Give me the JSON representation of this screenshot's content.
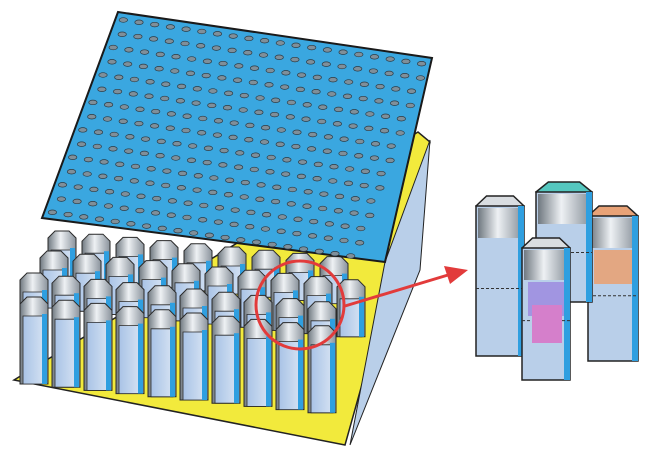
{
  "figure": {
    "description_kind": "perforated-honeycomb-panel-with-cell-detail",
    "colors": {
      "face_sheet": "#3aa7e0",
      "hole": "#7f8f9a",
      "cell_wall_light": "#eef1f4",
      "cell_wall_dark": "#7e8791",
      "cell_side": "#b9cfe9",
      "cell_edge_blue": "#2f9fe0",
      "base_yellow": "#f2ea3c",
      "callout_red": "#e23b3b",
      "fill_teal": "#55c7bf",
      "fill_orange": "#e8a277",
      "fill_violet": "#9e8ee0",
      "fill_pink": "#d57fcb"
    },
    "parts": [
      "perforated-face-sheet",
      "honeycomb-core",
      "base-sheet",
      "callout-circle",
      "callout-arrow",
      "cell-detail"
    ]
  }
}
